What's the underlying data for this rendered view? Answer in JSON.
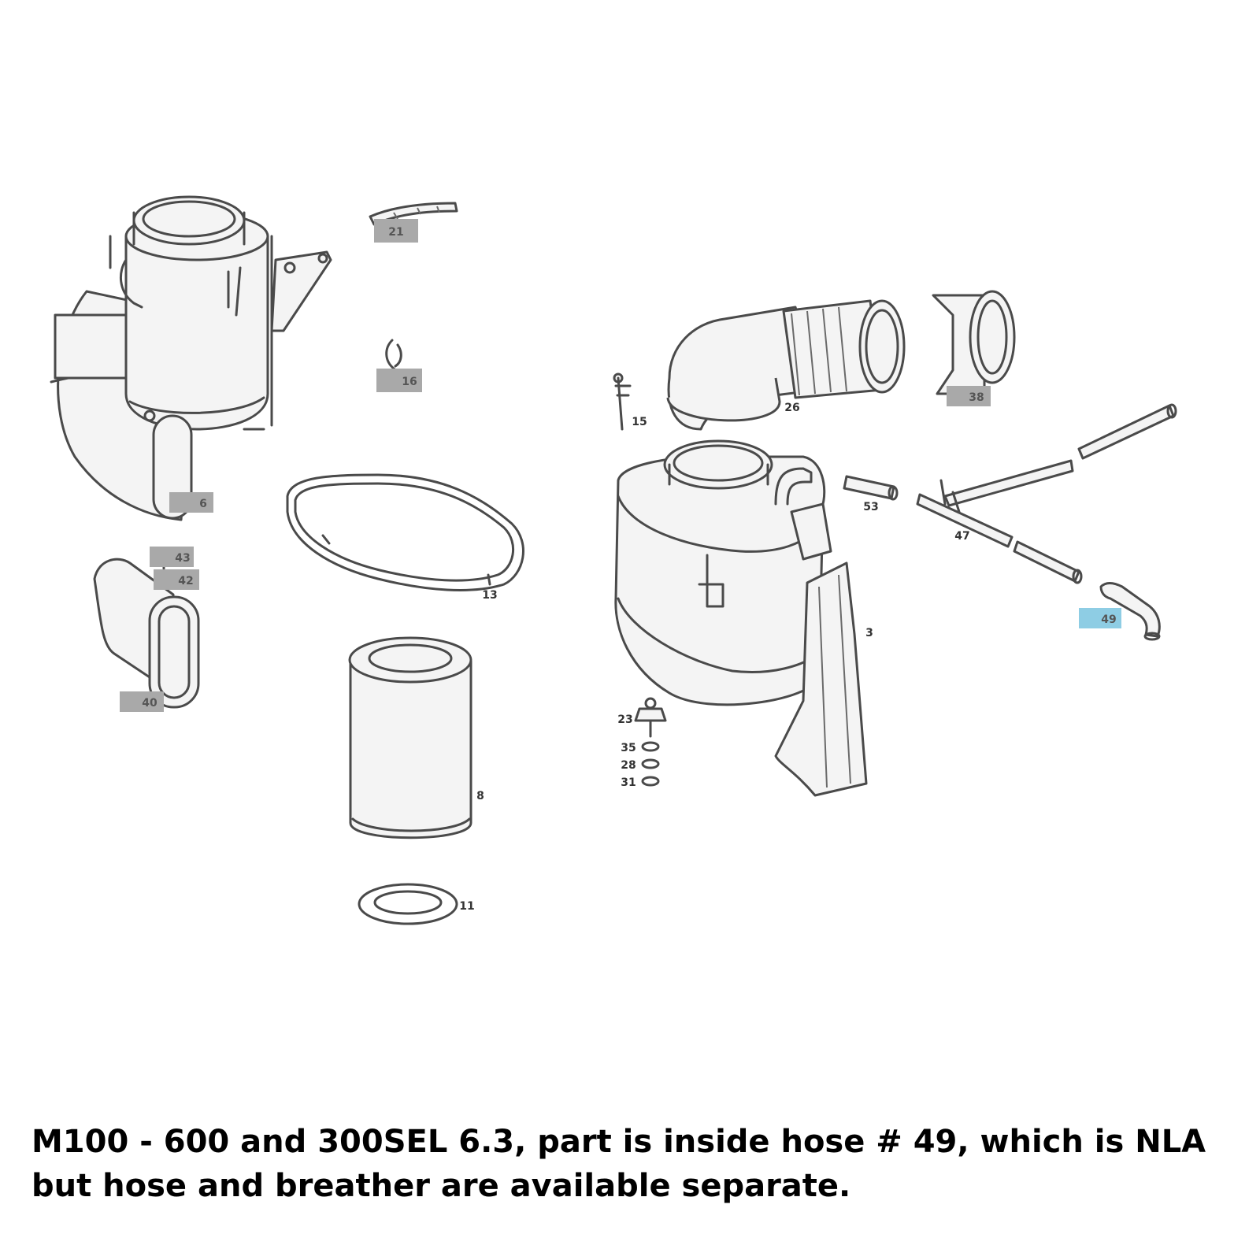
{
  "caption": "M100 - 600 and 300SEL 6.3, part is inside hose # 49, which is NLA but hose and breather are available separate.",
  "colors": {
    "label_gray": "#a9a9a9",
    "label_highlight": "#8ecde4",
    "line": "#4a4a4a"
  },
  "part_labels": {
    "p21": "21",
    "p16": "16",
    "p6": "6",
    "p43": "43",
    "p42": "42",
    "p40": "40",
    "p13": "13",
    "p8": "8",
    "p11": "11",
    "p15": "15",
    "p26": "26",
    "p38": "38",
    "p53": "53",
    "p47": "47",
    "p49": "49",
    "p3": "3",
    "p23": "23",
    "p35": "35",
    "p28": "28",
    "p31": "31"
  }
}
